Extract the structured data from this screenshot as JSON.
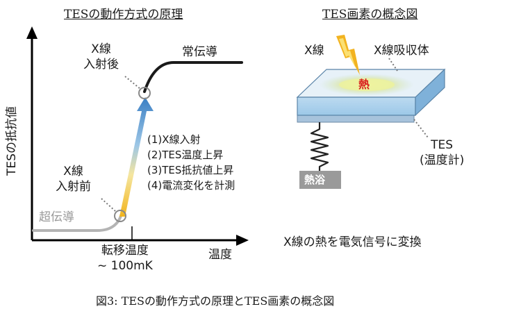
{
  "left_panel": {
    "title": "TESの動作方式の原理",
    "y_axis_label": "TESの抵抗値",
    "x_axis_label": "温度",
    "label_normal": "常伝導",
    "label_superconducting": "超伝導",
    "label_after": [
      "X線",
      "入射後"
    ],
    "label_before": [
      "X線",
      "入射前"
    ],
    "transition_label": [
      "転移温度",
      "~ 100mK"
    ],
    "steps": [
      "(1)X線入射",
      "(2)TES温度上昇",
      "(3)TES抵抗値上昇",
      "(4)電流変化を計測"
    ]
  },
  "right_panel": {
    "title": "TES画素の概念図",
    "label_xray": "X線",
    "label_absorber": "X線吸収体",
    "label_heat": "熱",
    "label_bath": "熱浴",
    "label_tes": [
      "TES",
      "(温度計)"
    ],
    "conversion_text": "X線の熱を電気信号に変換"
  },
  "caption": "図3: TESの動作方式の原理とTES画素の概念図",
  "colors": {
    "arrow_top": "#3a7fc4",
    "arrow_bottom": "#f2b41c",
    "heat": "#d91e1e",
    "plate_top": "#cfe5f2",
    "bath": "#9a9a9a"
  }
}
